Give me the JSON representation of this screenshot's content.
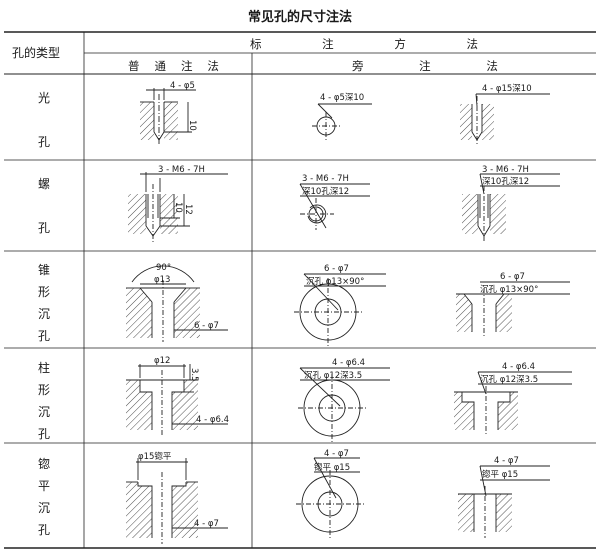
{
  "title": "常见孔的尺寸注法",
  "header": {
    "col_type": "孔的类型",
    "group": [
      "标",
      "注",
      "方",
      "法"
    ],
    "sub_normal": [
      "普",
      "通",
      "注",
      "法"
    ],
    "sub_side": [
      "旁",
      "注",
      "法"
    ]
  },
  "rows": [
    {
      "type_chars": [
        "光",
        "孔"
      ],
      "normal": {
        "count_dia": "4 - φ5",
        "depth": "10"
      },
      "side1": {
        "note": "4 - φ5深10"
      },
      "side2": {
        "note": "4 - φ15深10"
      }
    },
    {
      "type_chars": [
        "螺",
        "孔"
      ],
      "normal": {
        "thread": "3 - M6 - 7H",
        "d1": "10",
        "d2": "12"
      },
      "side1": {
        "line1": "3 - M6 - 7H",
        "line2": "深10孔深12"
      },
      "side2": {
        "line1": "3 - M6 - 7H",
        "line2": "深10孔深12"
      }
    },
    {
      "type_chars": [
        "锥",
        "形",
        "沉",
        "孔"
      ],
      "normal": {
        "angle": "90°",
        "dia": "φ13",
        "count_dia": "6 - φ7"
      },
      "side1": {
        "line1": "6 - φ7",
        "line2": "沉孔 φ13×90°"
      },
      "side2": {
        "line1": "6 - φ7",
        "line2": "沉孔 φ13×90°"
      }
    },
    {
      "type_chars": [
        "柱",
        "形",
        "沉",
        "孔"
      ],
      "normal": {
        "dia": "φ12",
        "depth": "3.5",
        "count_dia": "4 - φ6.4"
      },
      "side1": {
        "line1": "4 - φ6.4",
        "line2": "沉孔 φ12深3.5"
      },
      "side2": {
        "line1": "4 - φ6.4",
        "line2": "沉孔 φ12深3.5"
      }
    },
    {
      "type_chars": [
        "锪",
        "平",
        "沉",
        "孔"
      ],
      "normal": {
        "dia": "φ15锪平",
        "count_dia": "4 - φ7"
      },
      "side1": {
        "line1": "4 - φ7",
        "line2": "锪平 φ15"
      },
      "side2": {
        "line1": "4 - φ7",
        "line2": "锪平 φ15"
      }
    }
  ]
}
